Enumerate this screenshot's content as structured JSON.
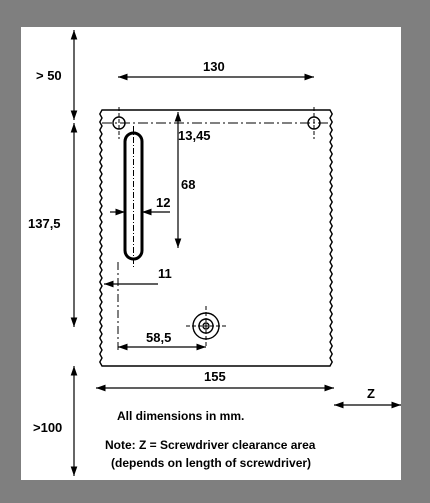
{
  "colors": {
    "frame": "#7f7f7f",
    "background": "#ffffff",
    "ink": "#000000"
  },
  "dimensions": {
    "top_clearance": "> 50",
    "hole_spacing": "130",
    "hole_to_slot": "13,45",
    "slot_length": "68",
    "slot_width": "12",
    "plate_height": "137,5",
    "edge_offset": "11",
    "lower_hole_offset": "58,5",
    "plate_width": "155",
    "bottom_clearance": ">100",
    "screwdriver_zone": "Z"
  },
  "notes": {
    "units": "All dimensions in mm.",
    "z_line1": "Note: Z = Screwdriver clearance area",
    "z_line2": "(depends on length of screwdriver)"
  }
}
